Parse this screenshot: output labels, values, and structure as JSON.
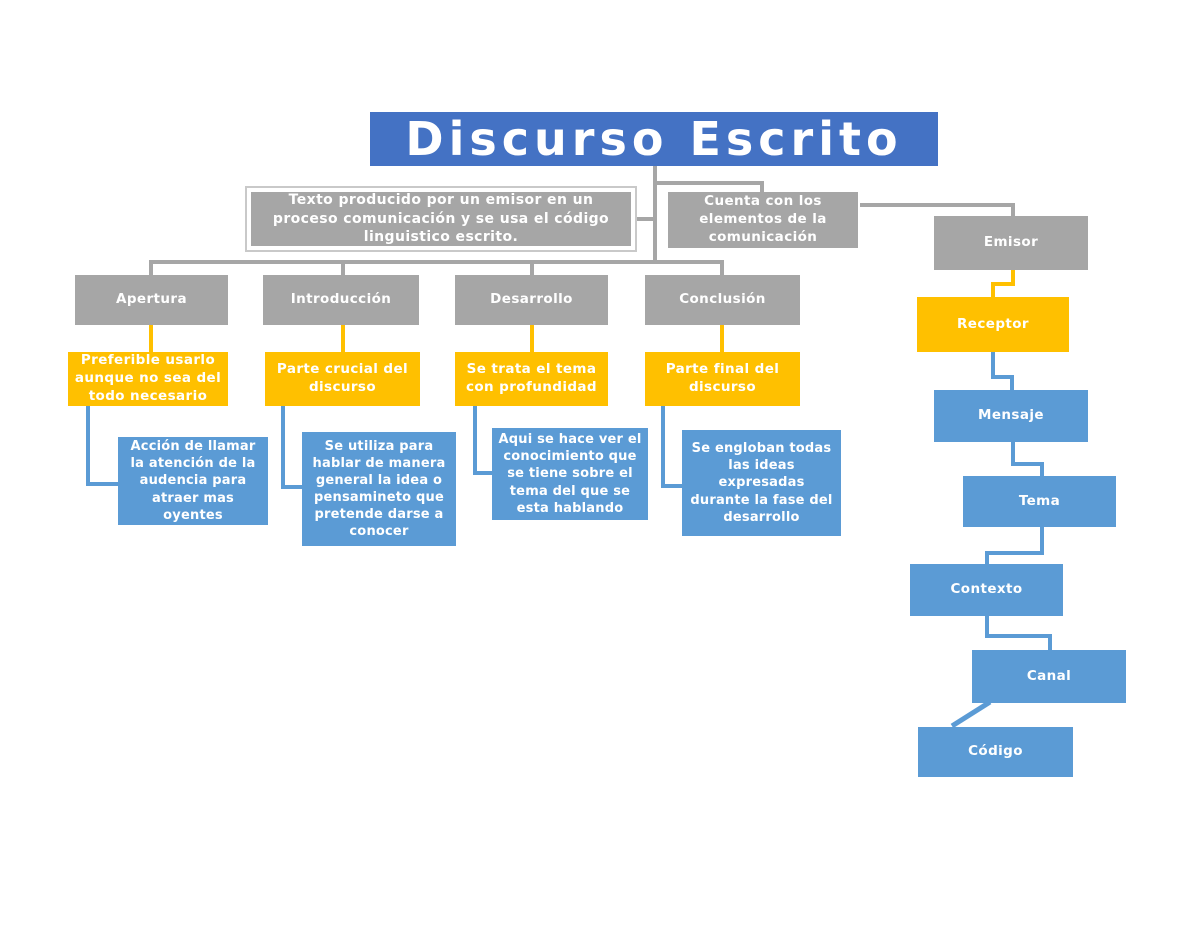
{
  "palette": {
    "title_blue": "#4472C4",
    "gray": "#A6A6A6",
    "orange": "#FFC000",
    "blue": "#5B9BD5",
    "text": "#FFFFFF"
  },
  "title": "Discurso Escrito",
  "definition": "Texto producido por un emisor en un proceso comunicación y se usa el código linguistico escrito.",
  "elements_note": "Cuenta con los elementos de la comunicación",
  "sections": [
    {
      "label": "Apertura",
      "note": "Preferible usarlo aunque no sea del todo necesario",
      "detail": "Acción de llamar la atención de la audencia para atraer mas oyentes"
    },
    {
      "label": "Introducción",
      "note": "Parte crucial del discurso",
      "detail": "Se utiliza para hablar de manera general la idea o pensamineto que pretende darse a conocer"
    },
    {
      "label": "Desarrollo",
      "note": "Se trata el tema con profundidad",
      "detail": "Aqui se hace ver el conocimiento que se tiene sobre el tema del que se esta hablando"
    },
    {
      "label": "Conclusión",
      "note": "Parte final del discurso",
      "detail": "Se engloban todas las ideas expresadas durante la fase del desarrollo"
    }
  ],
  "communication_elements": [
    {
      "label": "Emisor",
      "color": "#A6A6A6"
    },
    {
      "label": "Receptor",
      "color": "#FFC000"
    },
    {
      "label": "Mensaje",
      "color": "#5B9BD5"
    },
    {
      "label": "Tema",
      "color": "#5B9BD5"
    },
    {
      "label": "Contexto",
      "color": "#5B9BD5"
    },
    {
      "label": "Canal",
      "color": "#5B9BD5"
    },
    {
      "label": "Código",
      "color": "#5B9BD5"
    }
  ]
}
